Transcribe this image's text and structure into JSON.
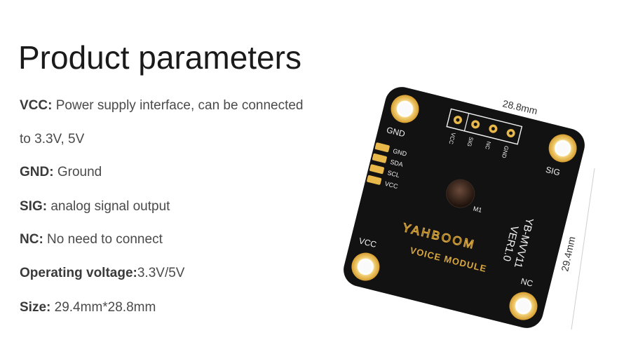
{
  "page": {
    "title": "Product parameters"
  },
  "params": [
    {
      "label": "VCC:",
      "text": " Power supply interface, can be connected"
    },
    {
      "label": "",
      "text": "to 3.3V, 5V"
    },
    {
      "label": "GND:",
      "text": " Ground"
    },
    {
      "label": "SIG:",
      "text": " analog signal output"
    },
    {
      "label": "NC:",
      "text": " No need to connect"
    },
    {
      "label": "Operating voltage:",
      "text": "3.3V/5V"
    },
    {
      "label": "Size:",
      "text": " 29.4mm*28.8mm"
    }
  ],
  "board": {
    "width_dim": "28.8mm",
    "height_dim": "29.4mm",
    "corner_labels": {
      "top_left": "GND",
      "right": "SIG",
      "left": "VCC",
      "bottom": "NC"
    },
    "top_pins": [
      "VCC",
      "SIG",
      "NC",
      "GND"
    ],
    "side_pins": [
      "GND",
      "SDA",
      "SCL",
      "VCC"
    ],
    "mic_label": "M1",
    "model": "YB-MVV11",
    "version": "VER1.0",
    "brand": "YAHBOOM",
    "module_name": "VOICE MODULE",
    "colors": {
      "pcb": "#121212",
      "gold": "#e9b84a",
      "silk": "#f2f2f2",
      "brand": "#d9a63e"
    }
  }
}
